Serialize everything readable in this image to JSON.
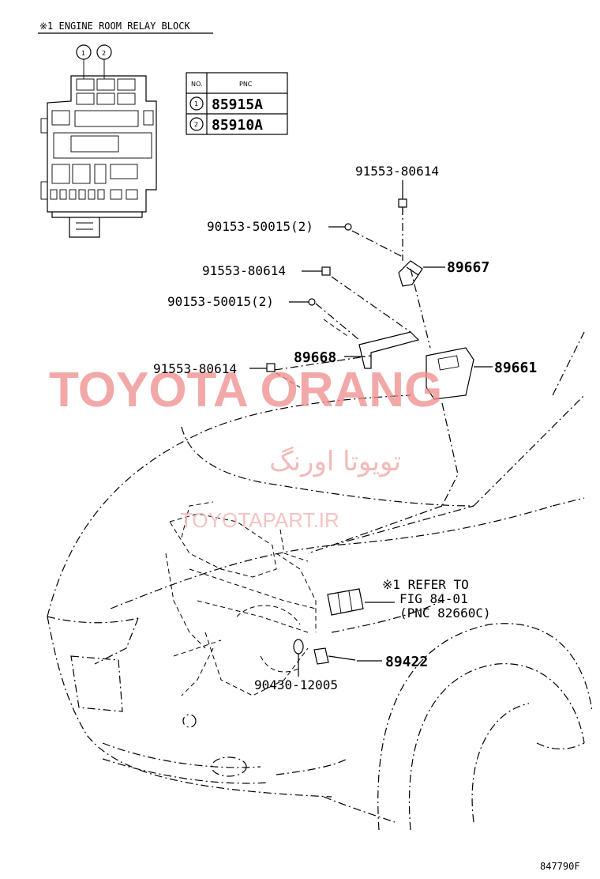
{
  "header": {
    "title": "※1 ENGINE ROOM RELAY BLOCK"
  },
  "relay_block": {
    "callout_1": "1",
    "callout_2": "2"
  },
  "pnc_table": {
    "col_no": "NO.",
    "col_pnc": "PNC",
    "rows": [
      {
        "no": "1",
        "pnc": "85915A"
      },
      {
        "no": "2",
        "pnc": "85910A"
      }
    ]
  },
  "parts": {
    "p91553_top": "91553-80614",
    "p90153_a": "90153-50015(2)",
    "p89667": "89667",
    "p91553_mid": "91553-80614",
    "p90153_b": "90153-50015(2)",
    "p89668": "89668",
    "p91553_low": "91553-80614",
    "p89661": "89661",
    "p89422": "89422",
    "p90430": "90430-12005"
  },
  "reference": {
    "line1": "※1 REFER TO",
    "line2": "FIG 84-01",
    "line3": "(PNC 82660C)"
  },
  "watermark": {
    "brand": "TOYOTA ORANG",
    "persian": "تویوتا اورنگ",
    "url": "TOYOTAPART.IR"
  },
  "figure_code": "847790F"
}
